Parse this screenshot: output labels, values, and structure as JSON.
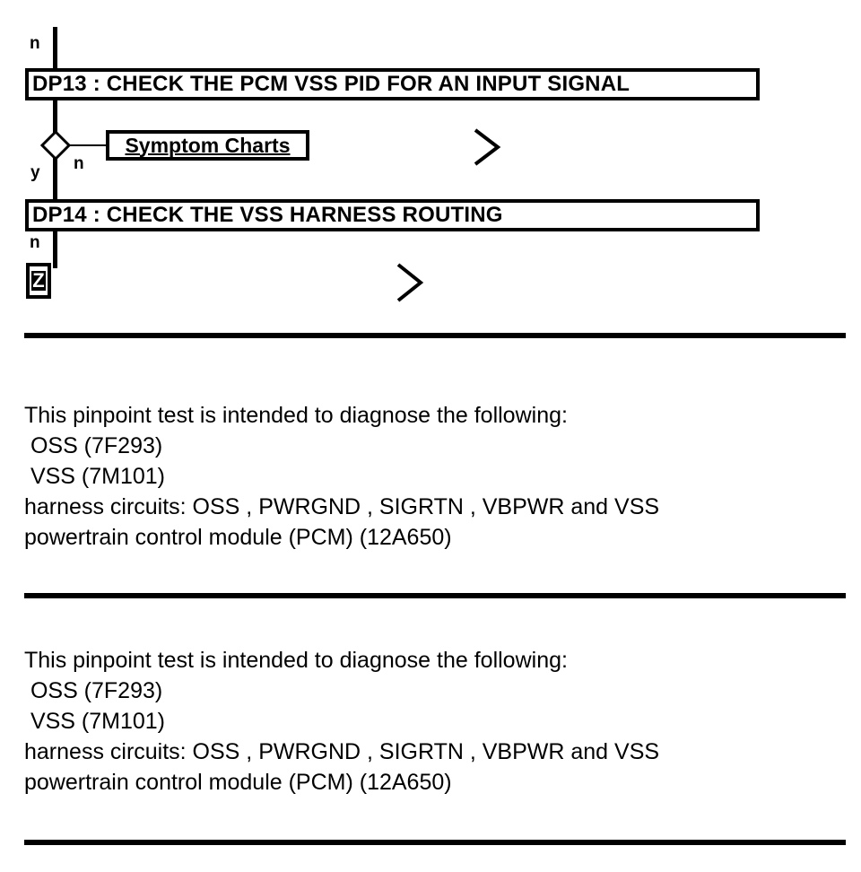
{
  "document": {
    "type": "diagnostic-pinpoint-test-flowchart",
    "ink_color": "#000000",
    "page_color": "#ffffff"
  },
  "flowchart": {
    "entry_label": "n",
    "steps": [
      {
        "id": "DP13",
        "label": "DP13 : CHECK THE PCM VSS PID FOR AN INPUT SIGNAL"
      },
      {
        "id": "DP14",
        "label": "DP14 : CHECK THE VSS HARNESS ROUTING"
      }
    ],
    "decision": {
      "shape": "diamond",
      "yes_label": "y",
      "no_label": "n"
    },
    "link": {
      "label": "Symptom Charts"
    },
    "exit": {
      "label": "n",
      "tag": "Z"
    },
    "chevrons": [
      {
        "name": "chevron-right-icon-1"
      },
      {
        "name": "chevron-right-icon-2"
      }
    ]
  },
  "sections": [
    {
      "name": "pinpoint-test-description-1",
      "lines": [
        "This pinpoint test is intended to diagnose the following:",
        " OSS (7F293)",
        " VSS (7M101)",
        "harness circuits: OSS , PWRGND , SIGRTN , VBPWR and VSS",
        "powertrain control module (PCM) (12A650)"
      ]
    },
    {
      "name": "pinpoint-test-description-2",
      "lines": [
        "This pinpoint test is intended to diagnose the following:",
        " OSS (7F293)",
        " VSS (7M101)",
        "harness circuits: OSS , PWRGND , SIGRTN , VBPWR and VSS",
        "powertrain control module (PCM) (12A650)"
      ]
    }
  ]
}
